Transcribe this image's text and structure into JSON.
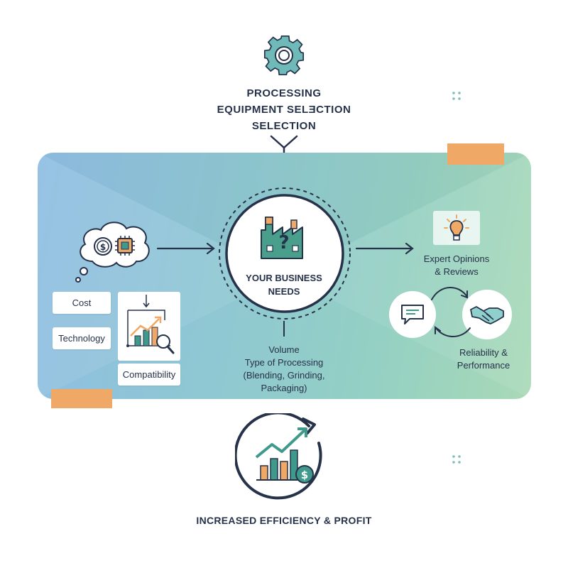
{
  "title": {
    "line1": "PROCESSING",
    "line2": "EQUIPMENT SELƎCTION",
    "line3": "SELECTION"
  },
  "center": {
    "label_line1": "YOUR BUSINESS",
    "label_line2": "NEEDS"
  },
  "left_factors": [
    "Cost",
    "Technology",
    "Compatibility"
  ],
  "bottom_text": {
    "line1": "Volume",
    "line2": "Type of Processing",
    "line3": "(Blending, Grinding,",
    "line4": "Packaging)"
  },
  "right": {
    "expert_line1": "Expert Opinions",
    "expert_line2": "& Reviews",
    "reliability_line1": "Reliability &",
    "reliability_line2": "Performance"
  },
  "outcome": "INCREASED EFFICIENCY & PROFIT",
  "colors": {
    "navy": "#1f2d3d",
    "teal": "#3f9a8c",
    "orange": "#f0a867",
    "gear": "#5fb3b3"
  },
  "icons": [
    "gear-icon",
    "thought-bubble-icon",
    "dollar-coin-icon",
    "chip-icon",
    "chart-magnifier-icon",
    "factory-question-icon",
    "lightbulb-icon",
    "chat-bubble-icon",
    "handshake-icon",
    "growth-chart-dollar-icon"
  ]
}
